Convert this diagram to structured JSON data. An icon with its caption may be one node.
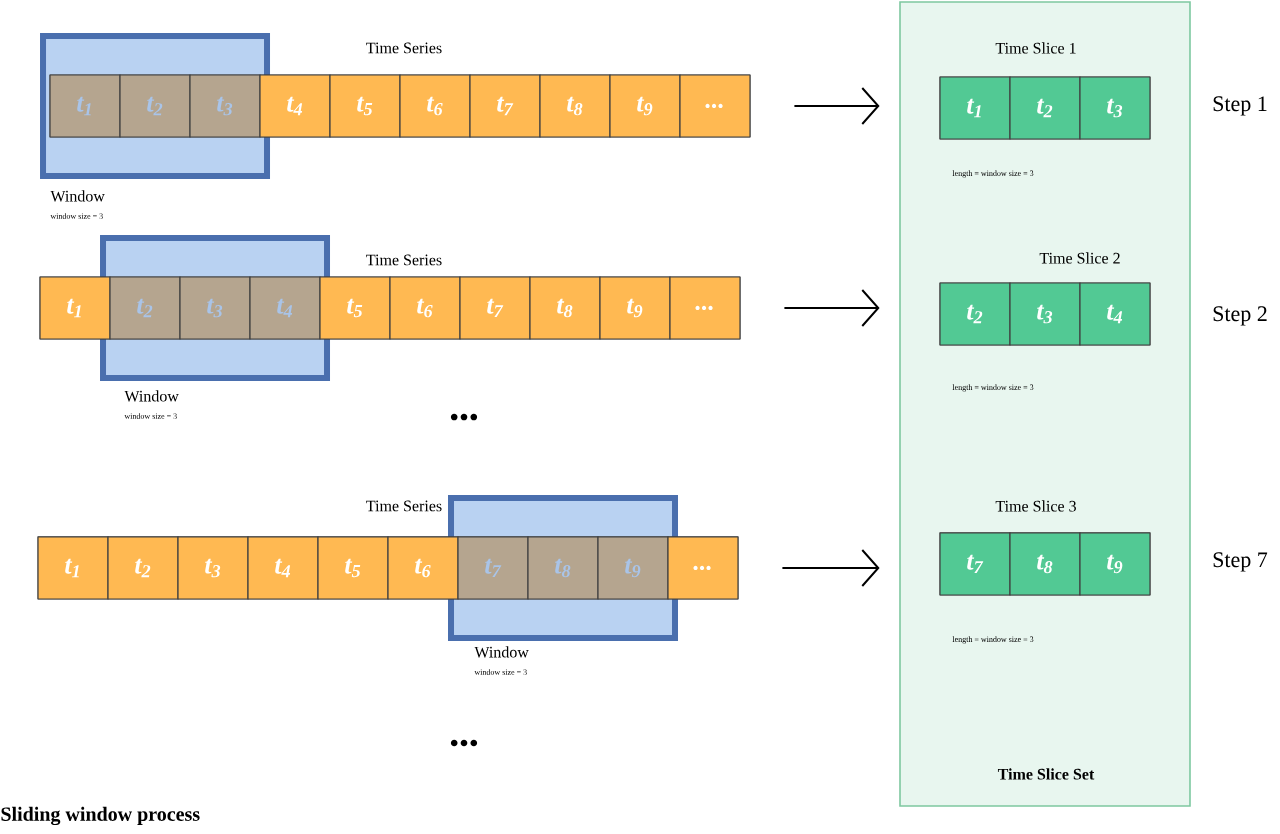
{
  "diagram": {
    "caption": "Sliding window process",
    "nodes": [
      {
        "text": [
          "Time Series"
        ]
      },
      {
        "text": [
          "t$_{1}$"
        ]
      },
      {
        "text": [
          "t$_{2}$"
        ]
      },
      {
        "text": [
          "t$_{3}$"
        ]
      },
      {
        "text": [
          "t$_{4}$"
        ],
        "in": 0
      },
      {
        "text": [
          "t$_{5}$"
        ],
        "in": 0
      },
      {
        "text": [
          "t$_{6}$"
        ],
        "in": 0
      },
      {
        "text": [
          "t$_{7}$"
        ],
        "in": 0
      },
      {
        "text": [
          "t$_{8}$"
        ],
        "in": 0
      },
      {
        "text": [
          "t$_{9}$"
        ],
        "in": 0
      },
      {
        "text": [
          "..."
        ],
        "in": 0
      },
      {
        "text": [
          "Window",
          "window size = 3"
        ]
      },
      {
        "text": [
          "Time Series"
        ]
      },
      {
        "text": [
          "t$_{1}$"
        ],
        "in": 12
      },
      {
        "text": [
          "t$_{2}$"
        ]
      },
      {
        "text": [
          "t$_{3}$"
        ]
      },
      {
        "text": [
          "t$_{4}$"
        ]
      },
      {
        "text": [
          "t$_{5}$"
        ],
        "in": 12
      },
      {
        "text": [
          "t$_{6}$"
        ],
        "in": 12
      },
      {
        "text": [
          "t$_{7}$"
        ],
        "in": 12
      },
      {
        "text": [
          "t$_{8}$"
        ],
        "in": 12
      },
      {
        "text": [
          "t$_{9}$"
        ],
        "in": 12
      },
      {
        "text": [
          "..."
        ],
        "in": 12
      },
      {
        "text": [
          "Window",
          "window size = 3"
        ]
      },
      {
        "text": [
          "Time Series"
        ]
      },
      {
        "text": [
          "t$_{1}$"
        ],
        "in": 24
      },
      {
        "text": [
          "t$_{2}$"
        ],
        "in": 24
      },
      {
        "text": [
          "t$_{3}$"
        ],
        "in": 24
      },
      {
        "text": [
          "t$_{4}$"
        ],
        "in": 24
      },
      {
        "text": [
          "t$_{5}$"
        ],
        "in": 24
      },
      {
        "text": [
          "t$_{6}$"
        ],
        "in": 24
      },
      {
        "text": [
          "t$_{7}$"
        ]
      },
      {
        "text": [
          "t$_{8}$"
        ]
      },
      {
        "text": [
          "t$_{9}$"
        ]
      },
      {
        "text": [
          "..."
        ],
        "in": 24
      },
      {
        "text": [
          "Window",
          "window size = 3"
        ]
      },
      {
        "text": [
          "Time Slice Set"
        ]
      },
      {
        "text": [
          "Time Slice 1",
          "length = window size = 3"
        ],
        "in": 36
      },
      {
        "text": [
          "t$_{1}$"
        ],
        "in": 37
      },
      {
        "text": [
          "t$_{2}$"
        ],
        "in": 37
      },
      {
        "text": [
          "t$_{3}$"
        ],
        "in": 37
      },
      {
        "text": [
          "Time Slice 2",
          "length = window size = 3"
        ],
        "in": 36
      },
      {
        "text": [
          "t$_{2}$"
        ],
        "in": 41
      },
      {
        "text": [
          "t$_{3}$"
        ],
        "in": 41
      },
      {
        "text": [
          "t$_{4}$"
        ],
        "in": 41
      },
      {
        "text": [
          "Time Slice 3",
          "length = window size = 3"
        ],
        "in": 36
      },
      {
        "text": [
          "t$_{7}$"
        ],
        "in": 45
      },
      {
        "text": [
          "t$_{8}$"
        ],
        "in": 45
      },
      {
        "text": [
          "t$_{9}$"
        ],
        "in": 45
      }
    ],
    "edges": [
      {
        "from": 0,
        "to": 37,
        "arrow": "to"
      },
      {
        "from": 12,
        "to": 41,
        "arrow": "to"
      },
      {
        "from": 24,
        "to": 45,
        "arrow": "to"
      }
    ],
    "labels": [
      "Step 1",
      "Step 2",
      "•••",
      "Step 7",
      "•••"
    ]
  }
}
